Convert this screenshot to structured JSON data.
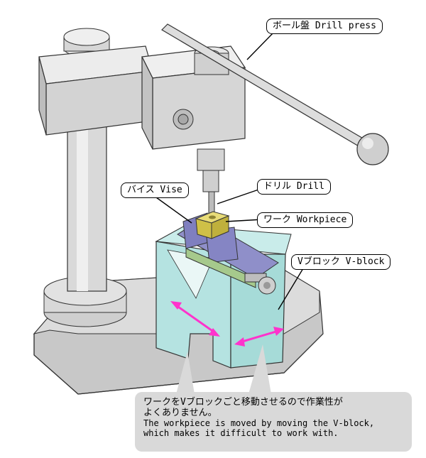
{
  "labels": {
    "drill_press": "ボール盤 Drill press",
    "drill": "ドリル Drill",
    "vise": "バイス Vise",
    "workpiece": "ワーク Workpiece",
    "vblock": "Vブロック V-block"
  },
  "note": {
    "jp": "ワークをVブロックごと移動させるので作業性が\nよくありません。",
    "en": "The workpiece is moved by moving the V-block,\nwhich makes it difficult to work with."
  },
  "colors": {
    "machine": "#d4d4d4",
    "vblock": "#b5e3e1",
    "vise": "#8f8fc9",
    "workpiece": "#d6c84a",
    "arrow": "#ff33cc",
    "note_bg": "#d9d9d9"
  }
}
